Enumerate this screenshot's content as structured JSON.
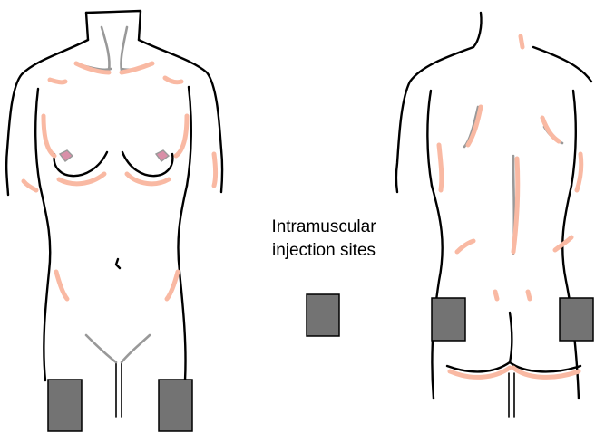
{
  "legend": {
    "line1": "Intramuscular",
    "line2": "injection sites"
  },
  "colors": {
    "injection_site": "#737373",
    "skin_shading": "#f9b9a3",
    "outline": "#000000",
    "contour": "#999999",
    "nipple": "#d98fa8"
  },
  "injection_sites": [
    {
      "id": "front-left-thigh"
    },
    {
      "id": "front-right-thigh"
    },
    {
      "id": "back-left-gluteal"
    },
    {
      "id": "back-right-gluteal"
    },
    {
      "id": "legend-key"
    }
  ]
}
